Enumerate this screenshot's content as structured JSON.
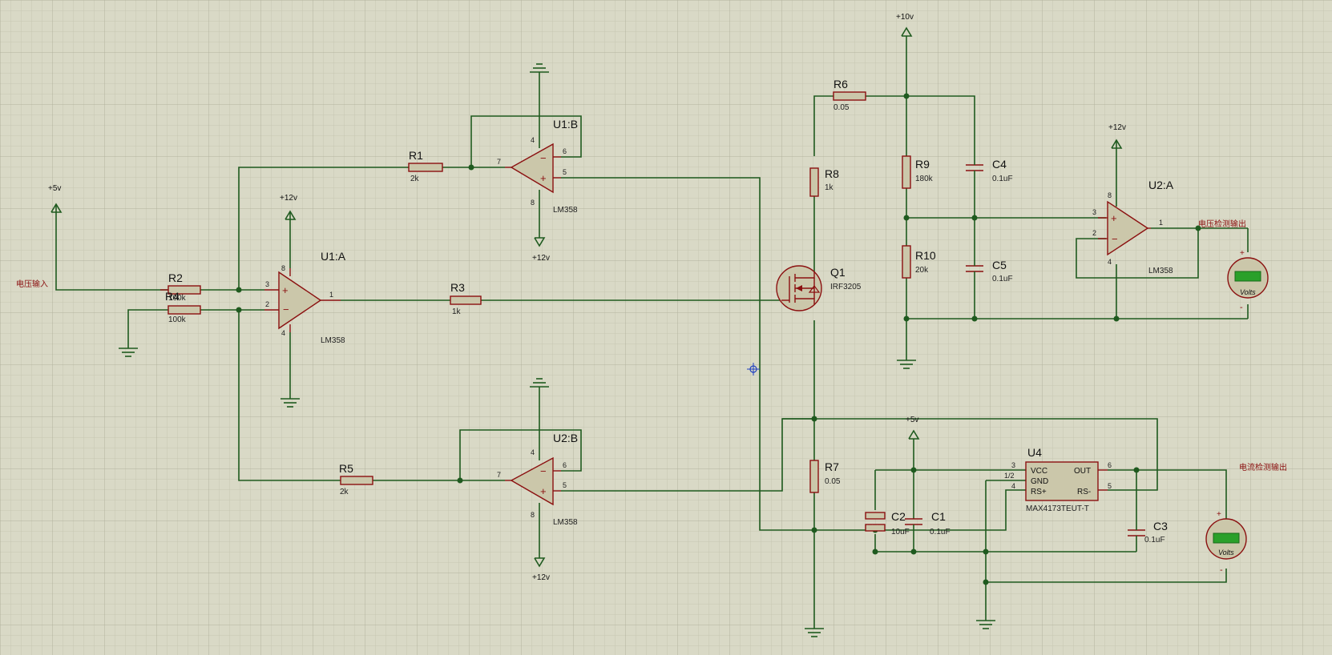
{
  "schematic": {
    "net_labels": {
      "voltage_input": "电压输入",
      "voltage_detect_output": "电压检测输出",
      "current_detect_output": "电流检测输出"
    },
    "power": {
      "p5v_left": "+5v",
      "p12v_u1a": "+12v",
      "p12v_u1b": "+12v",
      "p12v_u2b": "+12v",
      "p10v": "+10v",
      "p12v_u2a": "+12v",
      "p5v_u4": "+5v"
    },
    "components": {
      "R1": {
        "ref": "R1",
        "value": "2k"
      },
      "R2": {
        "ref": "R2",
        "value": "100k"
      },
      "R4": {
        "ref": "R4",
        "value": "100k"
      },
      "R3": {
        "ref": "R3",
        "value": "1k"
      },
      "R5": {
        "ref": "R5",
        "value": "2k"
      },
      "R6": {
        "ref": "R6",
        "value": "0.05"
      },
      "R7": {
        "ref": "R7",
        "value": "0.05"
      },
      "R8": {
        "ref": "R8",
        "value": "1k"
      },
      "R9": {
        "ref": "R9",
        "value": "180k"
      },
      "R10": {
        "ref": "R10",
        "value": "20k"
      },
      "C1": {
        "ref": "C1",
        "value": "0.1uF"
      },
      "C2": {
        "ref": "C2",
        "value": "10uF"
      },
      "C3": {
        "ref": "C3",
        "value": "0.1uF"
      },
      "C4": {
        "ref": "C4",
        "value": "0.1uF"
      },
      "C5": {
        "ref": "C5",
        "value": "0.1uF"
      },
      "U1A": {
        "ref": "U1:A",
        "value": "LM358"
      },
      "U1B": {
        "ref": "U1:B",
        "value": "LM358"
      },
      "U2A": {
        "ref": "U2:A",
        "value": "LM358"
      },
      "U2B": {
        "ref": "U2:B",
        "value": "LM358"
      },
      "Q1": {
        "ref": "Q1",
        "value": "IRF3205"
      },
      "U4": {
        "ref": "U4",
        "value": "MAX4173TEUT-T",
        "pins": {
          "vcc": "VCC",
          "gnd": "GND",
          "rsp": "RS+",
          "out": "OUT",
          "rsm": "RS-"
        }
      }
    },
    "pin_numbers": {
      "n1": "1",
      "n2": "2",
      "n3": "3",
      "n4": "4",
      "n5": "5",
      "n6": "6",
      "n7": "7",
      "n8": "8",
      "n12": "1/2"
    },
    "voltmeters": {
      "vm1": {
        "unit": "Volts",
        "plus": "+",
        "minus": "-"
      },
      "vm2": {
        "unit": "Volts",
        "plus": "+",
        "minus": "-"
      }
    }
  },
  "colors": {
    "background": "#d9d9c6",
    "grid_minor": "#c8c8b4",
    "grid_major": "#b7b7a2",
    "wire": "#1f5a1f",
    "component": "#8b1010",
    "body_fill": "#cbc7aa",
    "meter_display": "#2aa02a"
  }
}
